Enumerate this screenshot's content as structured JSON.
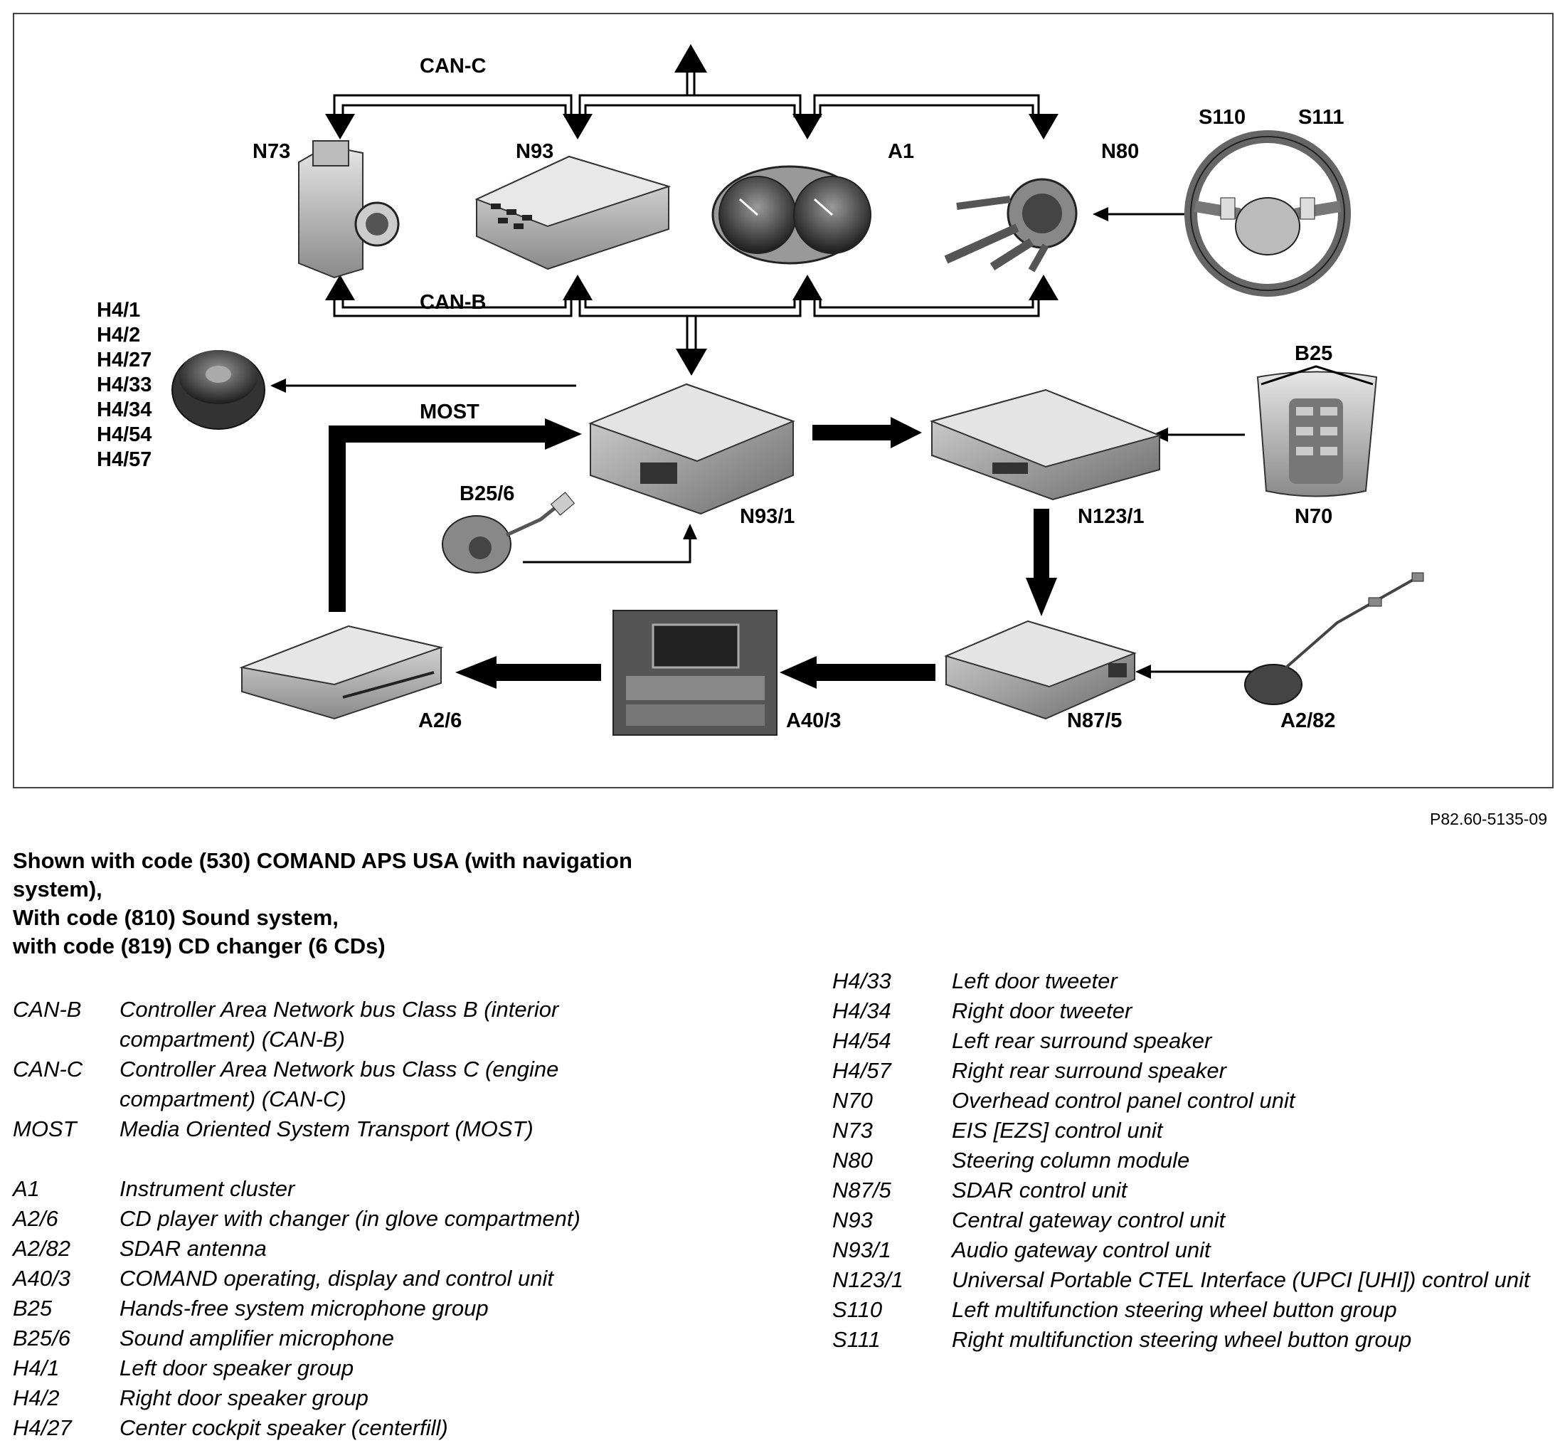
{
  "diagram": {
    "bus_labels": {
      "can_c": "CAN-C",
      "can_b": "CAN-B",
      "most": "MOST"
    },
    "components": {
      "n73": "N73",
      "n93": "N93",
      "a1": "A1",
      "n80": "N80",
      "s110": "S110",
      "s111": "S111",
      "speakers": [
        "H4/1",
        "H4/2",
        "H4/27",
        "H4/33",
        "H4/34",
        "H4/54",
        "H4/57"
      ],
      "b25": "B25",
      "n70": "N70",
      "b25_6": "B25/6",
      "n93_1": "N93/1",
      "n123_1": "N123/1",
      "a2_6": "A2/6",
      "a40_3": "A40/3",
      "n87_5": "N87/5",
      "a2_82": "A2/82"
    }
  },
  "figure_code": "P82.60-5135-09",
  "caption": [
    "Shown with code (530) COMAND APS USA (with navigation",
    "system),",
    "With code (810) Sound system,",
    "with code (819) CD changer (6 CDs)"
  ],
  "legend_left_bus": [
    {
      "code": "CAN-B",
      "desc": "Controller Area Network bus Class B (interior compartment) (CAN-B)"
    },
    {
      "code": "CAN-C",
      "desc": "Controller Area Network bus Class C (engine compartment) (CAN-C)"
    },
    {
      "code": "MOST",
      "desc": "Media Oriented System Transport (MOST)"
    }
  ],
  "legend_left": [
    {
      "code": "A1",
      "desc": "Instrument cluster"
    },
    {
      "code": "A2/6",
      "desc": "CD player with changer (in glove compartment)"
    },
    {
      "code": "A2/82",
      "desc": "SDAR antenna"
    },
    {
      "code": "A40/3",
      "desc": "COMAND operating, display and control unit"
    },
    {
      "code": "B25",
      "desc": "Hands-free system microphone group"
    },
    {
      "code": "B25/6",
      "desc": "Sound amplifier microphone"
    },
    {
      "code": "H4/1",
      "desc": "Left door speaker group"
    },
    {
      "code": "H4/2",
      "desc": "Right door speaker group"
    },
    {
      "code": "H4/27",
      "desc": "Center cockpit speaker (centerfill)"
    }
  ],
  "legend_right": [
    {
      "code": "H4/33",
      "desc": "Left door tweeter"
    },
    {
      "code": "H4/34",
      "desc": "Right door tweeter"
    },
    {
      "code": "H4/54",
      "desc": "Left rear surround speaker"
    },
    {
      "code": "H4/57",
      "desc": "Right rear surround speaker"
    },
    {
      "code": "N70",
      "desc": "Overhead control panel control unit"
    },
    {
      "code": "N73",
      "desc": "EIS [EZS] control unit"
    },
    {
      "code": "N80",
      "desc": "Steering column module"
    },
    {
      "code": "N87/5",
      "desc": "SDAR control unit"
    },
    {
      "code": "N93",
      "desc": "Central gateway control unit"
    },
    {
      "code": "N93/1",
      "desc": "Audio gateway control unit"
    },
    {
      "code": "N123/1",
      "desc": "Universal Portable CTEL Interface (UPCI [UHI]) control unit"
    },
    {
      "code": "S110",
      "desc": "Left multifunction steering wheel button group"
    },
    {
      "code": "S111",
      "desc": "Right multifunction steering wheel button group"
    }
  ]
}
